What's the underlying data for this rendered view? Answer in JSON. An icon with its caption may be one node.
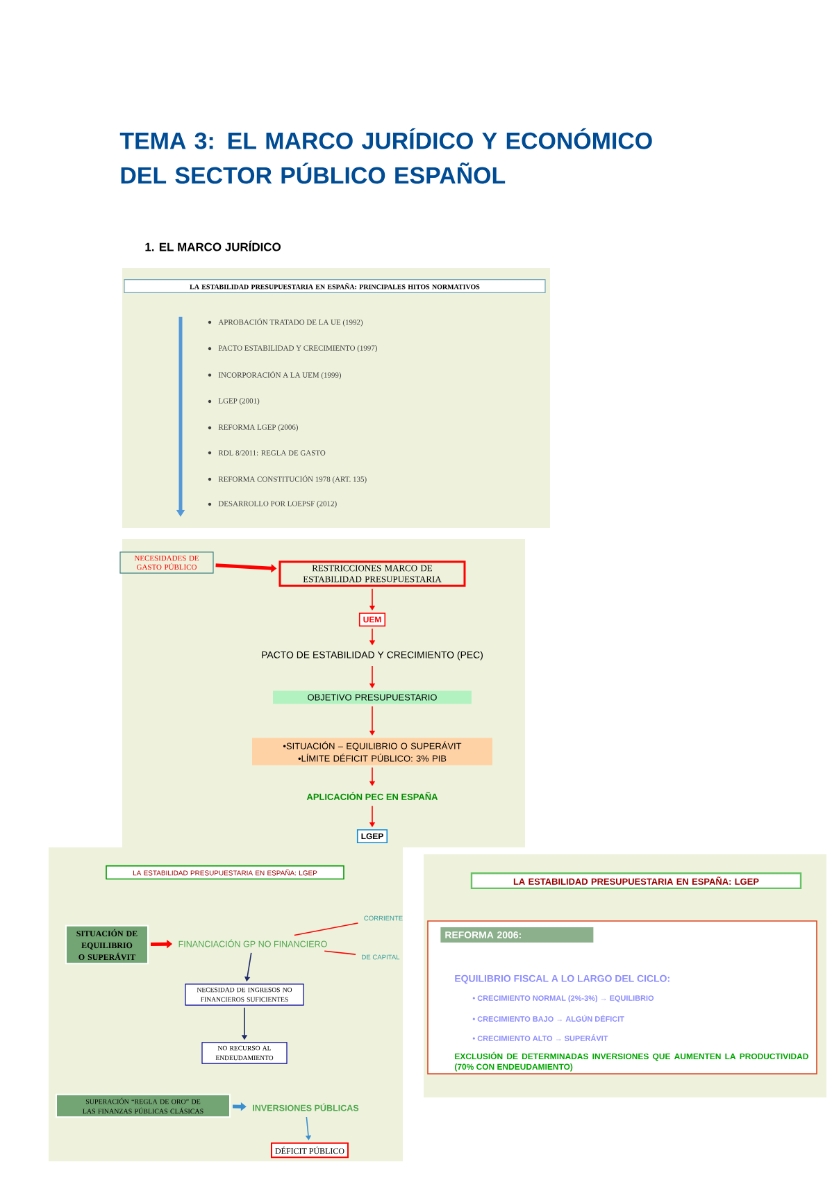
{
  "diagram": {
    "title": "TEMA 3: EL MARCO JURÍDICO Y ECONÓMICO DEL SECTOR PÚBLICO ESPAÑOL",
    "nodes": [
      {
        "text": [
          "LA ESTABILIDAD PRESUPUESTARIA EN ESPAÑA: PRINCIPALES HITOS NORMATIVOS"
        ]
      },
      {
        "text": [
          "NECESIDADES DE GASTO PÚBLICO"
        ]
      },
      {
        "text": [
          "RESTRICCIONES MARCO DE ESTABILIDAD PRESUPUESTARIA"
        ]
      },
      {
        "text": [
          "UEM"
        ]
      },
      {
        "text": [
          "PACTO DE ESTABILIDAD Y CRECIMIENTO (PEC)"
        ]
      },
      {
        "text": [
          "OBJETIVO PRESUPUESTARIO"
        ]
      },
      {
        "text": [
          "•SITUACIÓN – EQUILIBRIO O SUPERÁVIT",
          "•LÍMITE DÉFICIT PÚBLICO: 3% PIB"
        ]
      },
      {
        "text": [
          "APLICACIÓN PEC EN ESPAÑA"
        ]
      },
      {
        "text": [
          "LGEP"
        ]
      },
      {
        "text": [
          "LA ESTABILIDAD PRESUPUESTARIA EN ESPAÑA: LGEP"
        ]
      },
      {
        "text": [
          "SITUACIÓN DE EQUILIBRIO O SUPERÁVIT"
        ]
      },
      {
        "text": [
          "FINANCIACIÓN GP NO FINANCIERO"
        ]
      },
      {
        "text": [
          "CORRIENTE"
        ]
      },
      {
        "text": [
          "DE CAPITAL"
        ]
      },
      {
        "text": [
          "NECESIDAD DE INGRESOS NO FINANCIEROS SUFICIENTES"
        ]
      },
      {
        "text": [
          "NO RECURSO AL ENDEUDAMIENTO"
        ]
      },
      {
        "text": [
          "SUPERACIÓN “REGLA DE ORO” DE LAS FINANZAS PÚBLICAS CLÁSICAS"
        ]
      },
      {
        "text": [
          "INVERSIONES PÚBLICAS"
        ]
      },
      {
        "text": [
          "DÉFICIT PÚBLICO"
        ]
      },
      {
        "text": [
          "LA ESTABILIDAD PRESUPUESTARIA EN ESPAÑA: LGEP"
        ]
      },
      {
        "text": [
          "REFORMA 2006:",
          "EQUILIBRIO FISCAL A LO LARGO DEL CICLO:",
          "• CRECIMIENTO NORMAL (2%-3%) → EQUILIBRIO",
          "• CRECIMIENTO BAJO → ALGÚN DÉFICIT",
          "• CRECIMIENTO ALTO → SUPERÁVIT",
          "EXCLUSIÓN DE DETERMINADAS INVERSIONES QUE AUMENTEN LA PRODUCTIVIDAD (70% CON ENDEUDAMIENTO)"
        ]
      }
    ],
    "edges": [
      {
        "from": 1,
        "to": 2,
        "arrow": "to",
        "style": "thick"
      },
      {
        "from": 2,
        "to": 3,
        "arrow": "to"
      },
      {
        "from": 3,
        "to": 4,
        "arrow": "to"
      },
      {
        "from": 4,
        "to": 5,
        "arrow": "to"
      },
      {
        "from": 5,
        "to": 6,
        "arrow": "to"
      },
      {
        "from": 6,
        "to": 7,
        "arrow": "to"
      },
      {
        "from": 7,
        "to": 8,
        "arrow": "to"
      },
      {
        "from": 10,
        "to": 11,
        "arrow": "to",
        "style": "thick"
      },
      {
        "from": 11,
        "to": 12,
        "arrow": "none"
      },
      {
        "from": 11,
        "to": 13,
        "arrow": "none"
      },
      {
        "from": 11,
        "to": 14,
        "arrow": "to",
        "color": "#1f2a6b"
      },
      {
        "from": 14,
        "to": 15,
        "arrow": "to",
        "color": "#1f2a6b"
      },
      {
        "from": 16,
        "to": 17,
        "arrow": "to",
        "style": "thick",
        "color": "#3a8fd0"
      },
      {
        "from": 17,
        "to": 18,
        "arrow": "to",
        "color": "#3a8fd0"
      }
    ],
    "labels": [
      "1. EL MARCO JURÍDICO",
      "APROBACIÓN TRATADO DE LA UE (1992)",
      "PACTO ESTABILIDAD Y CRECIMIENTO (1997)",
      "INCORPORACIÓN A LA UEM (1999)",
      "LGEP (2001)",
      "REFORMA LGEP (2006)",
      "RDL 8/2011: REGLA DE GASTO",
      "REFORMA CONSTITUCIÓN 1978 (ART. 135)",
      "DESARROLLO POR LOEPSF (2012)"
    ]
  }
}
